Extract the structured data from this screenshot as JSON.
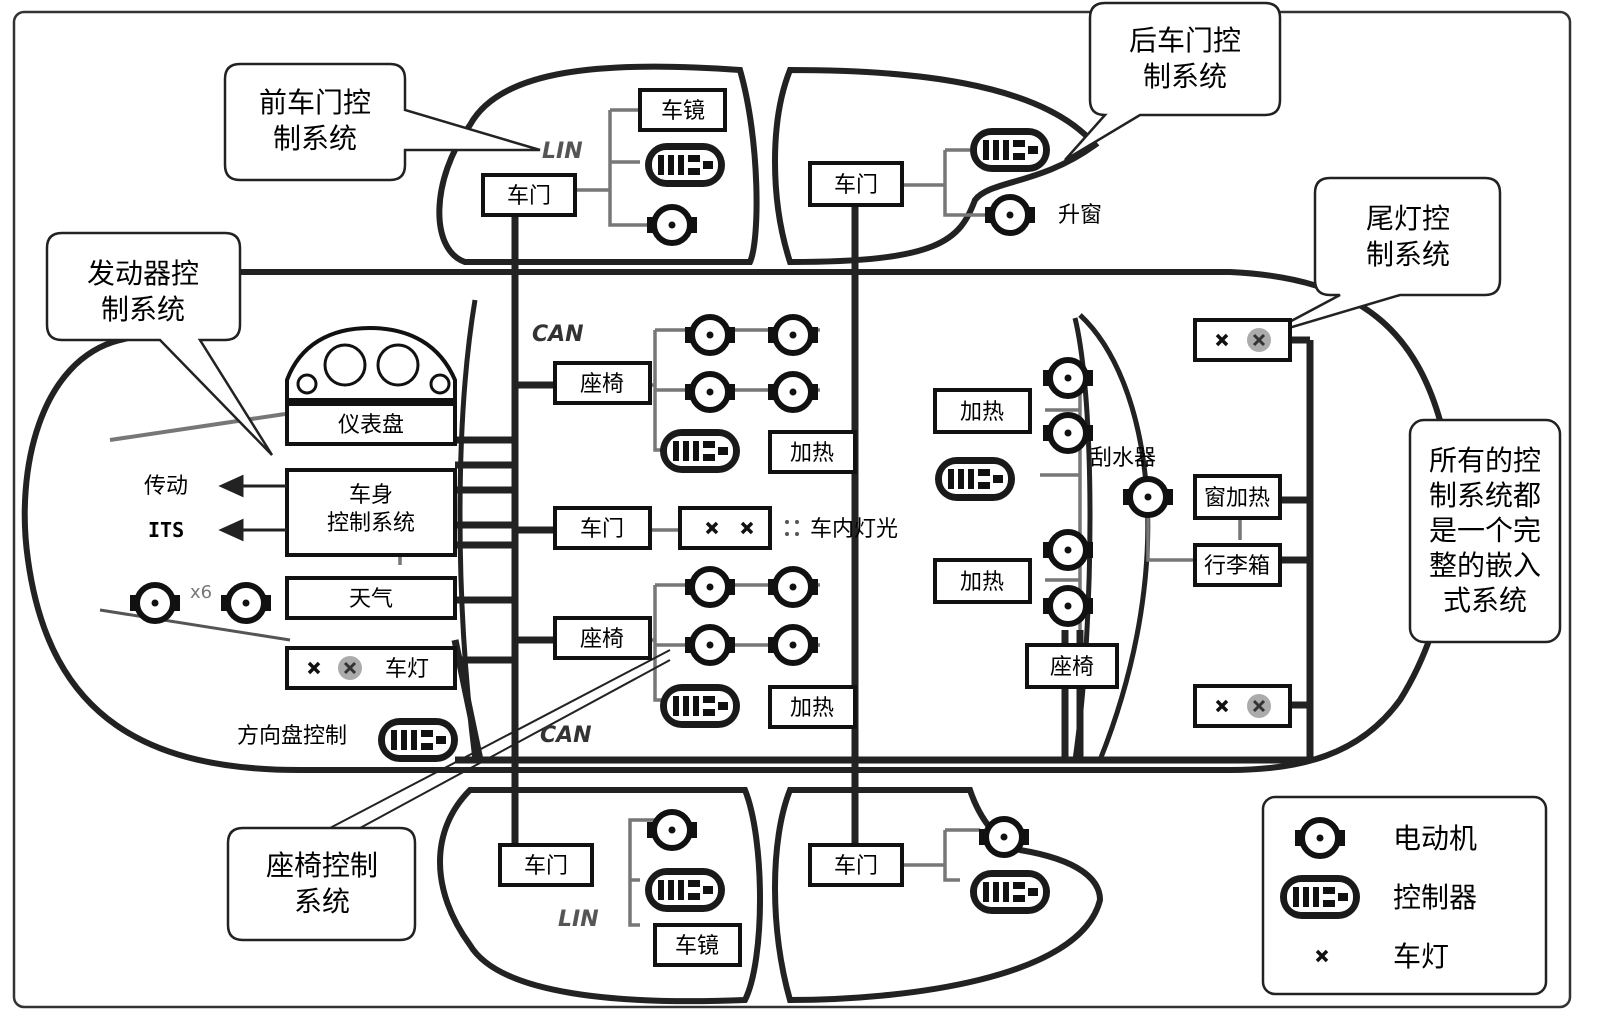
{
  "callouts": {
    "front_door": [
      "前车门控",
      "制系统"
    ],
    "rear_door": [
      "后车门控",
      "制系统"
    ],
    "engine": [
      "发动器控",
      "制系统"
    ],
    "tail_light": [
      "尾灯控",
      "制系统"
    ],
    "embedded": [
      "所有的控",
      "制系统都",
      "是一个完",
      "整的嵌入",
      "式系统"
    ],
    "seat": [
      "座椅控制",
      "系统"
    ]
  },
  "buses": {
    "lin": "LIN",
    "can": "CAN"
  },
  "labels": {
    "mirror": "车镜",
    "door": "车门",
    "window_lift": "升窗",
    "seat": "座椅",
    "heating": "加热",
    "dashboard": "仪表盘",
    "body_control": [
      "车身",
      "控制系统"
    ],
    "climate": "天气",
    "headlight": "车灯",
    "drive": "传动",
    "its": "ITS",
    "interior_light": "车内灯光",
    "wiper": "刮水器",
    "window_heating": "窗加热",
    "trunk": "行李箱",
    "steering": "方向盘控制",
    "multiplier": "x6"
  },
  "legend": {
    "motor": "电动机",
    "controller": "控制器",
    "lamp": "车灯"
  }
}
